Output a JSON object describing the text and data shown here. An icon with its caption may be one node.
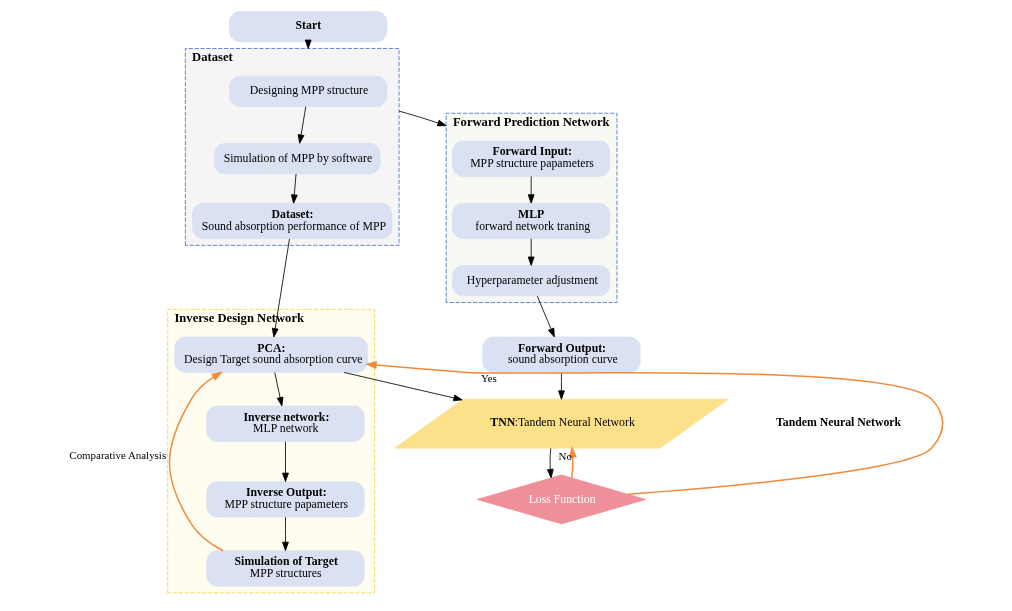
{
  "diagram": {
    "nodes": [
      {
        "text": [
          "Start"
        ]
      },
      {
        "text": [
          "Dataset"
        ]
      },
      {
        "text": [
          "Designing MPP structure"
        ],
        "in": 1
      },
      {
        "text": [
          "Simulation of MPP by software"
        ],
        "in": 1
      },
      {
        "text": [
          "**Dataset:** Sound absorption performance of MPP"
        ],
        "in": 1
      },
      {
        "text": [
          "Forward Prediction Network"
        ]
      },
      {
        "text": [
          "**Forward Input:** MPP structure papameters"
        ],
        "in": 5
      },
      {
        "text": [
          "**MLP** forward network traning"
        ],
        "in": 5
      },
      {
        "text": [
          "Hyperparameter adjustment"
        ],
        "in": 5
      },
      {
        "text": [
          "Inverse Design Network"
        ]
      },
      {
        "text": [
          "**Simulation of Target** MPP structures"
        ],
        "in": 9
      },
      {
        "text": [
          "**Inverse Output:** MPP structure papameters"
        ],
        "in": 9
      },
      {
        "text": [
          "**Inverse network:** MLP network"
        ],
        "in": 9
      },
      {
        "text": [
          "**PCA:** Design Target sound absorption curve"
        ],
        "in": 9
      },
      {
        "text": [
          "**TNN**:Tandem Neural Network"
        ]
      },
      {
        "text": [
          "**Forward Output:** sound absorption curve"
        ]
      },
      {
        "text": [
          "Loss Function"
        ]
      }
    ],
    "edges": [
      {
        "from": 0,
        "to": 1,
        "arrow": "to"
      },
      {
        "from": 2,
        "to": 3,
        "arrow": "to"
      },
      {
        "from": 3,
        "to": 4,
        "arrow": "to"
      },
      {
        "from": 4,
        "to": 13,
        "arrow": "to"
      },
      {
        "from": 1,
        "to": 5,
        "arrow": "to"
      },
      {
        "from": 6,
        "to": 7,
        "arrow": "to"
      },
      {
        "from": 7,
        "to": 8,
        "arrow": "to"
      },
      {
        "from": 8,
        "to": 15,
        "arrow": "to"
      },
      {
        "from": 15,
        "to": 14,
        "arrow": "to"
      },
      {
        "from": 13,
        "to": 14,
        "arrow": "to"
      },
      {
        "from": 13,
        "to": 12,
        "arrow": "to"
      },
      {
        "from": 12,
        "to": 11,
        "arrow": "to"
      },
      {
        "from": 11,
        "to": 10,
        "arrow": "to"
      },
      {
        "from": 10,
        "to": 13,
        "arrow": "to",
        "label": "Comparative Analysis",
        "color": "#f08a3c"
      },
      {
        "from": 14,
        "to": 16,
        "arrow": "to"
      },
      {
        "from": 16,
        "to": 13,
        "arrow": "to",
        "label": "Yes",
        "color": "#f08a3c"
      },
      {
        "from": 16,
        "to": 14,
        "arrow": "to",
        "label": "No",
        "color": "#f08a3c"
      }
    ],
    "labels": [
      "Tandem Neural Network"
    ]
  }
}
